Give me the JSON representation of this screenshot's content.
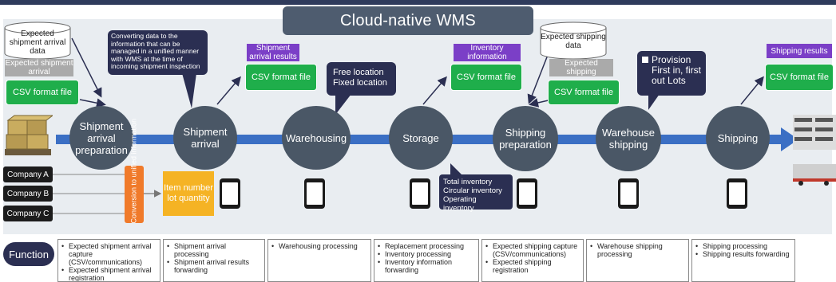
{
  "title": "Cloud-native WMS",
  "cylinders": [
    {
      "id": "arrival",
      "label": "Expected shipment arrival data"
    },
    {
      "id": "shipping",
      "label": "Expected shipping data"
    }
  ],
  "gray_labels": [
    {
      "id": "arrival",
      "label": "Expected shipment arrival"
    },
    {
      "id": "shipping",
      "label": "Expected shipping"
    }
  ],
  "purple_labels": [
    {
      "id": "arrival_results",
      "label": "Shipment arrival results"
    },
    {
      "id": "inventory",
      "label": "Inventory information"
    },
    {
      "id": "shipping_results",
      "label": "Shipping results"
    }
  ],
  "csv_label": "CSV format file",
  "callouts": {
    "conversion": "Converting data to the information that can be managed in a unified manner with WMS at the time of incoming shipment inspection",
    "location": [
      "Free location",
      "Fixed location"
    ],
    "provision": [
      "Provision",
      "First in, first",
      "out Lots"
    ],
    "inventory_types": [
      "Total inventory",
      "Circular inventory",
      "Operating inventory"
    ]
  },
  "process_steps": [
    {
      "id": "arrival_prep",
      "label": "Shipment arrival preparation"
    },
    {
      "id": "arrival",
      "label": "Shipment arrival"
    },
    {
      "id": "warehousing",
      "label": "Warehousing"
    },
    {
      "id": "storage",
      "label": "Storage"
    },
    {
      "id": "shipping_prep",
      "label": "Shipping preparation"
    },
    {
      "id": "warehouse_shipping",
      "label": "Warehouse shipping"
    },
    {
      "id": "shipping",
      "label": "Shipping"
    }
  ],
  "companies": [
    "Company A",
    "Company B",
    "Company C"
  ],
  "conversion_label": "Conversion to unified information",
  "item_box": [
    "Item number",
    "lot quantity"
  ],
  "function_label": "Function",
  "functions": [
    [
      "Expected shipment arrival capture (CSV/communications)",
      "Expected shipment arrival registration"
    ],
    [
      "Shipment arrival processing",
      "Shipment arrival results forwarding"
    ],
    [
      "Warehousing processing"
    ],
    [
      "Replacement processing",
      "Inventory processing",
      "Inventory information forwarding"
    ],
    [
      "Expected shipping capture (CSV/communications)",
      "Expected shipping registration"
    ],
    [
      "Warehouse shipping processing"
    ],
    [
      "Shipping processing",
      "Shipping results forwarding"
    ]
  ],
  "colors": {
    "circle": "#4a5766",
    "flow_arrow": "#3b6fc4",
    "green": "#1fae4b",
    "purple": "#7b3fc7",
    "orange": "#f07a2a",
    "yellow": "#f5b324",
    "navy": "#2b2f52"
  }
}
